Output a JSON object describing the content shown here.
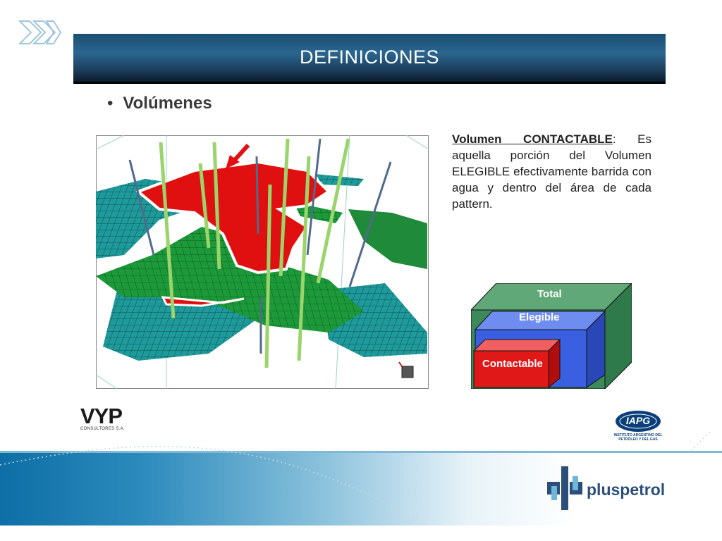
{
  "slide": {
    "title": "DEFINICIONES",
    "bullet": "Volúmenes"
  },
  "definition": {
    "term": "Volumen CONTACTABLE",
    "text": ": Es aquella porción del Volumen ELEGIBLE efectivamente barrida con agua y dentro del área de cada pattern."
  },
  "volume_diagram": {
    "labels": {
      "total": "Total",
      "elegible": "Elegible",
      "contactable": "Contactable"
    },
    "colors": {
      "total": "#3c8a5a",
      "elegible": "#3a5fe0",
      "contactable": "#e01818"
    }
  },
  "logos": {
    "vyp": "VYP",
    "vyp_sub": "CONSULTORES S.A.",
    "iapg": "IAPG",
    "iapg_sub": "INSTITUTO ARGENTINO DEL PETRÓLEO Y DEL GAS",
    "pluspetrol": "pluspetrol"
  },
  "icons": {
    "header": "double-chevron-right-icon"
  }
}
